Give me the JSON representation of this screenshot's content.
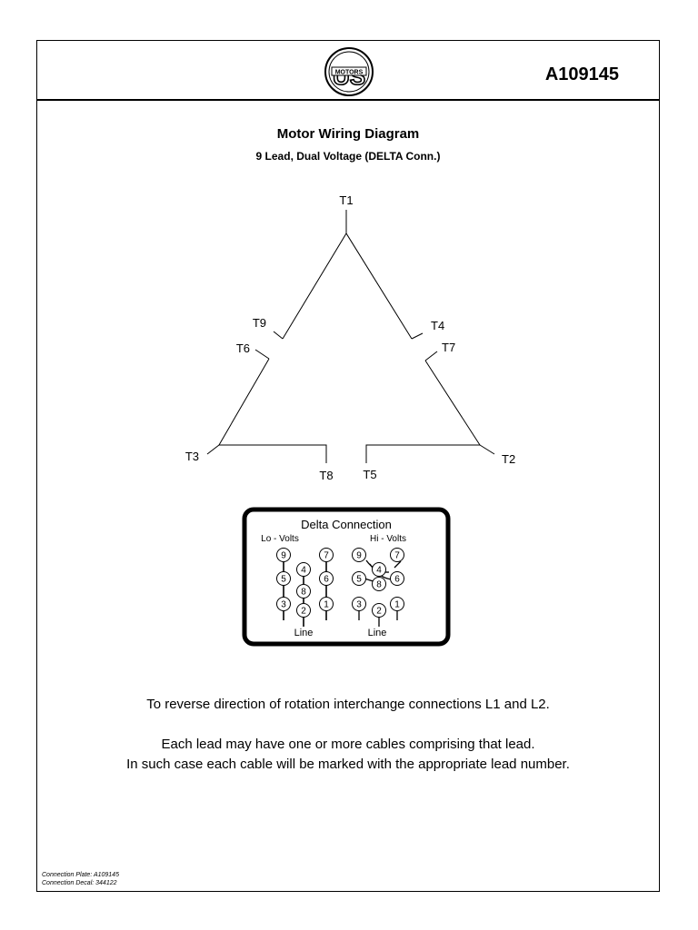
{
  "header": {
    "logo": {
      "icon": "us-motors-logo",
      "text_top": "US",
      "text_band": "MOTORS"
    },
    "part_number": "A109145"
  },
  "title": "Motor Wiring Diagram",
  "subtitle": "9 Lead, Dual Voltage (DELTA Conn.)",
  "delta_diagram": {
    "terminals": {
      "t1": "T1",
      "t2": "T2",
      "t3": "T3",
      "t4": "T4",
      "t5": "T5",
      "t6": "T6",
      "t7": "T7",
      "t8": "T8",
      "t9": "T9"
    }
  },
  "connection_box": {
    "title": "Delta Connection",
    "lo_volts": {
      "label": "Lo - Volts",
      "line_label": "Line",
      "terminals": [
        "9",
        "4",
        "7",
        "5",
        "8",
        "6",
        "3",
        "2",
        "1"
      ]
    },
    "hi_volts": {
      "label": "Hi - Volts",
      "line_label": "Line",
      "terminals": [
        "9",
        "4",
        "7",
        "5",
        "8",
        "6",
        "3",
        "2",
        "1"
      ]
    }
  },
  "notes": [
    "To reverse direction of rotation interchange connections L1 and L2.",
    "Each lead may have one or more cables comprising that lead.",
    "In such case each cable will be marked with the appropriate lead number."
  ],
  "footer": {
    "connection_plate": "Connection Plate: A109145",
    "connection_decal": "Connection Decal: 344122"
  }
}
